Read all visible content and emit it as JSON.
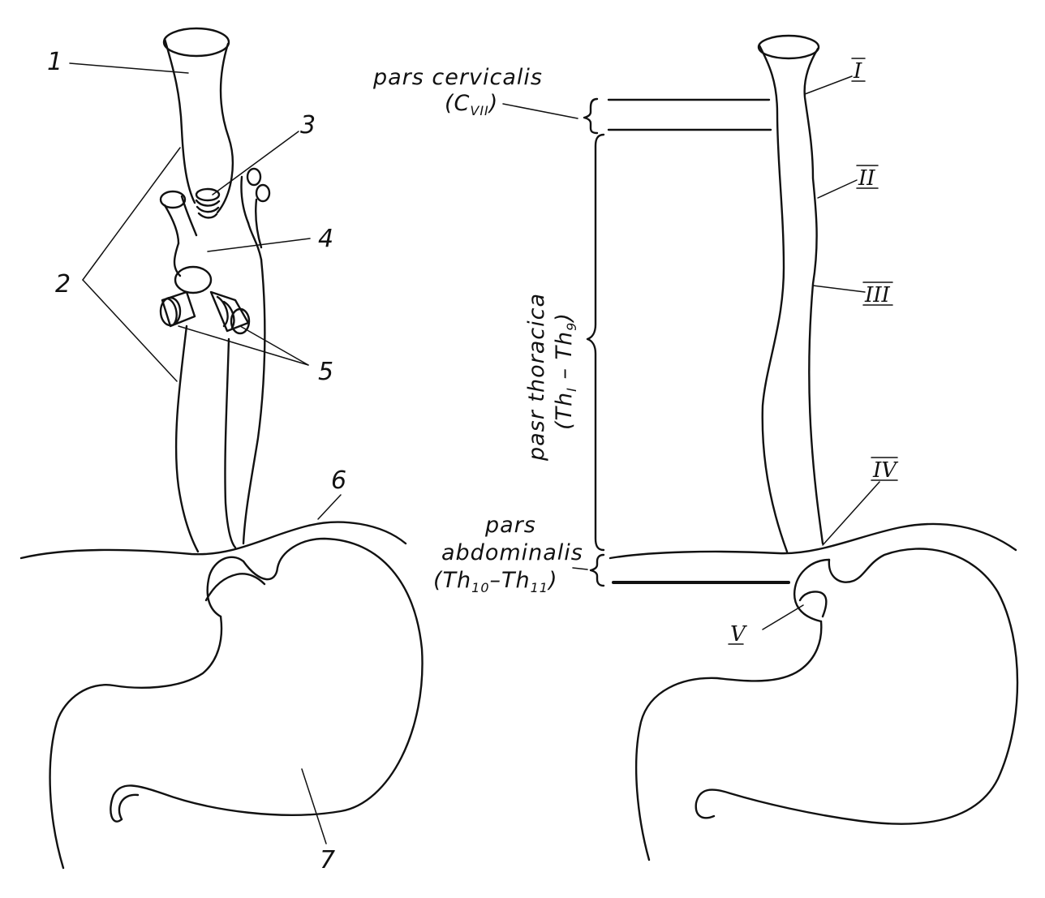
{
  "labels_numbers": [
    "1",
    "2",
    "3",
    "4",
    "5",
    "6",
    "7"
  ],
  "labels_roman": [
    "I",
    "II",
    "III",
    "IV",
    "V"
  ],
  "pars_cervicalis": {
    "line1": "pars cervicalis",
    "line2_open": "(C",
    "line2_sub": "VII",
    "line2_close": ")"
  },
  "pars_thoracica": {
    "line1": "pasr thoracica",
    "line2_a": "(Th",
    "line2_a_sub": "I",
    "line2_mid": " – Th",
    "line2_b_sub": "9",
    "line2_close": ")"
  },
  "pars_abdominalis": {
    "line1": "pars",
    "line2": "abdominalis",
    "line3_a": "(Th",
    "line3_a_sub": "10",
    "line3_mid": "–Th",
    "line3_b_sub": "11",
    "line3_close": ")"
  }
}
